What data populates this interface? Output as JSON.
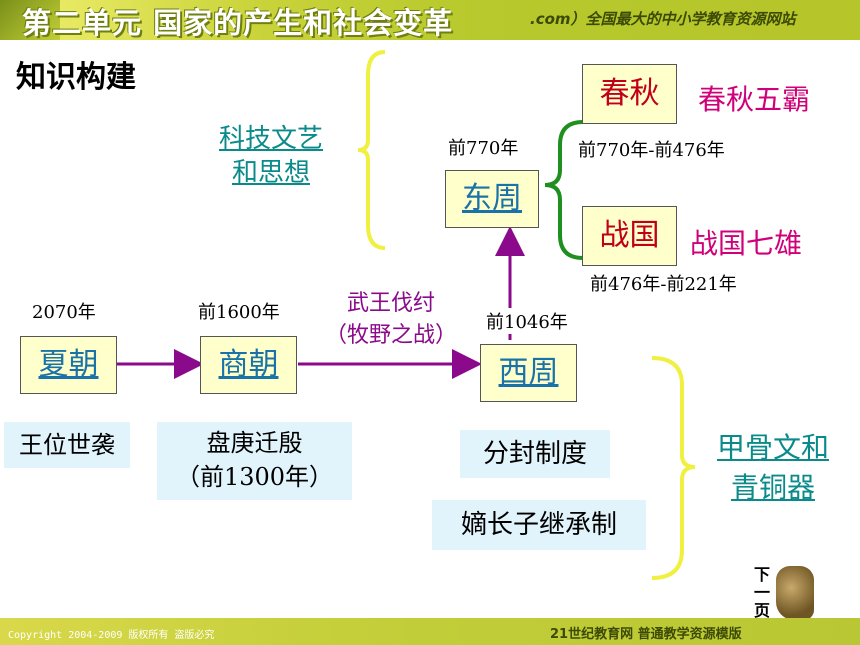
{
  "header": {
    "title": "第二单元  国家的产生和社会变革",
    "url_text": ".com）全国最大的中小学教育资源网站"
  },
  "heading": "知识构建",
  "left_brace_label": [
    "科技文艺",
    "和思想"
  ],
  "dynasties": {
    "xia": {
      "name": "夏朝",
      "year": "2070年"
    },
    "shang": {
      "name": "商朝",
      "year": "前1600年"
    },
    "xizhou": {
      "name": "西周",
      "year": "前1046年"
    },
    "dongzhou": {
      "name": "东周",
      "year": "前770年"
    }
  },
  "conquest": [
    "武王伐纣",
    "（牧野之战）"
  ],
  "chunqiu": {
    "name": "春秋",
    "desc": "春秋五霸",
    "range": "前770年-前476年"
  },
  "zhanguo": {
    "name": "战国",
    "desc": "战国七雄",
    "range": "前476年-前221年"
  },
  "xia_feature": "王位世袭",
  "shang_feature": [
    "盘庚迁殷",
    "（前1300年）"
  ],
  "zhou_features": [
    "分封制度",
    "嫡长子继承制"
  ],
  "right_brace_label": [
    "甲骨文和",
    "青铜器"
  ],
  "next_button": [
    "下",
    "一",
    "页"
  ],
  "footer": {
    "copyright": "Copyright 2004-2009 版权所有 盗版必究",
    "brand": "21世纪教育网   普通教学资源模版"
  },
  "colors": {
    "arrow": "#8b0a8b",
    "brace_yellow": "#f0f040",
    "brace_green": "#1f8f1f",
    "title_red": "#c0001a",
    "desc_magenta": "#d0007a"
  }
}
